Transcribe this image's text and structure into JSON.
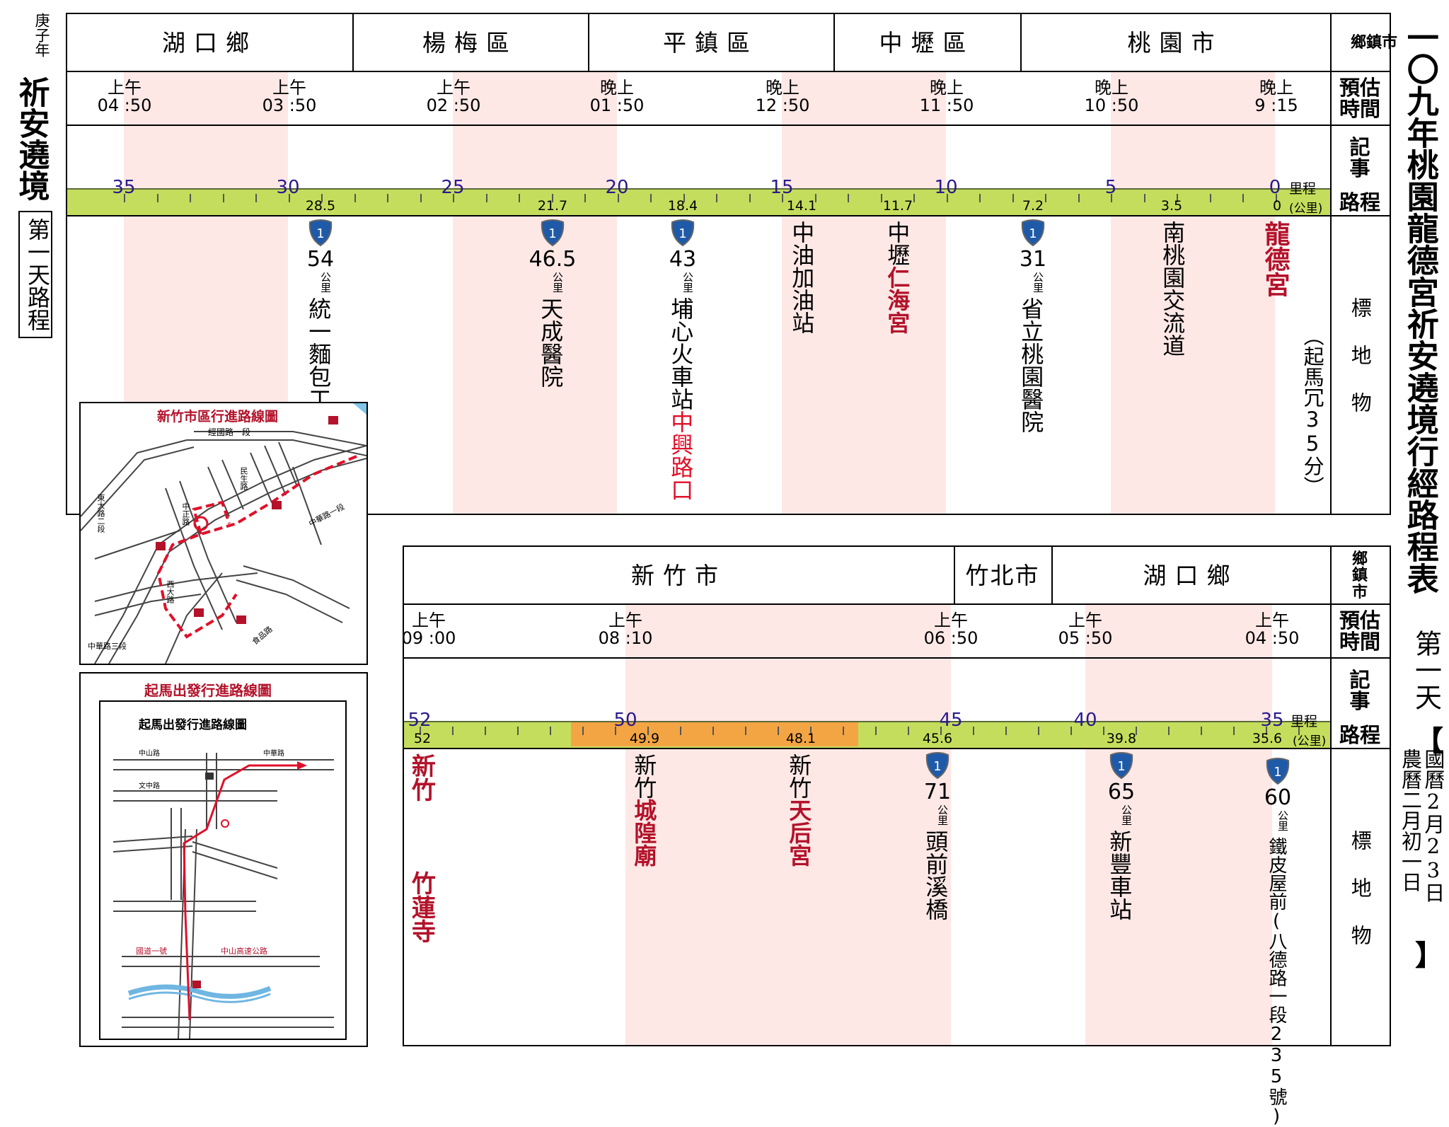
{
  "left_caption": {
    "year": "庚子年",
    "title": "祈安遶境",
    "day": "第一天路程"
  },
  "right_caption": {
    "title": "一〇九年桃園龍德宮祈安遶境行經路程表",
    "day": "第一天",
    "bracket_open": "【",
    "bracket_close": "】",
    "date_col1": "國曆2月23日",
    "date_col2": "農曆二月初一日"
  },
  "headers": {
    "township": "鄉鎮市",
    "time_estimate": "預估時間",
    "notes": "記事",
    "route": "路程",
    "landmarks": "標地物",
    "mileage_label": "里程",
    "mileage_unit": "(公里)",
    "km_unit": "公里"
  },
  "top_table": {
    "districts": [
      "湖口鄉",
      "楊梅區",
      "平鎮區",
      "中壢區",
      "桃園市"
    ],
    "times": [
      {
        "period": "上午",
        "time": "04 :50"
      },
      {
        "period": "上午",
        "time": "03 :50"
      },
      {
        "period": "上午",
        "time": "02 :50"
      },
      {
        "period": "晚上",
        "time": "01 :50"
      },
      {
        "period": "晚上",
        "time": "12 :50"
      },
      {
        "period": "晚上",
        "time": "11 :50"
      },
      {
        "period": "晚上",
        "time": "10 :50"
      },
      {
        "period": "晚上",
        "time": "9 :15"
      }
    ],
    "scale_marks": [
      "35",
      "30",
      "25",
      "20",
      "15",
      "10",
      "5",
      "0"
    ],
    "point_km": [
      "28.5",
      "21.7",
      "18.4",
      "14.1",
      "11.7",
      "7.2",
      "3.5",
      "0"
    ],
    "landmarks": [
      {
        "km": "54",
        "name": "統一麵包工廠"
      },
      {
        "km": "46.5",
        "name": "天成醫院"
      },
      {
        "km": "43",
        "name": "埔心火車站",
        "extra": "中興路口"
      },
      {
        "name": "中油加油站"
      },
      {
        "name": "中壢",
        "extra": "仁海宮"
      },
      {
        "km": "31",
        "name": "省立桃園醫院"
      },
      {
        "name": "南桃園交流道"
      },
      {
        "name": "龍德宮",
        "note": "（起馬冗35分）"
      }
    ]
  },
  "bottom_table": {
    "districts": [
      "新竹市",
      "竹北市",
      "湖口鄉"
    ],
    "times": [
      {
        "period": "上午",
        "time": "09 :00"
      },
      {
        "period": "上午",
        "time": "08 :10"
      },
      {
        "period": "上午",
        "time": "06 :50"
      },
      {
        "period": "上午",
        "time": "05 :50"
      },
      {
        "period": "上午",
        "time": "04 :50"
      }
    ],
    "scale_marks": [
      "52",
      "50",
      "45",
      "40",
      "35"
    ],
    "point_km": [
      "52",
      "49.9",
      "48.1",
      "45.6",
      "39.8",
      "35.6"
    ],
    "landmarks": [
      {
        "name": "新竹",
        "extra": "竹蓮寺"
      },
      {
        "name": "新竹",
        "extra": "城隍廟"
      },
      {
        "name": "新竹",
        "extra": "天后宮"
      },
      {
        "km": "71",
        "name": "頭前溪橋"
      },
      {
        "km": "65",
        "name": "新豐車站"
      },
      {
        "km": "60",
        "name": "鐵皮屋前(八德路一段235號)"
      }
    ]
  },
  "map_city": {
    "title": "新竹市區行進路線圖",
    "streets": [
      "經國路一段",
      "東大路二段",
      "西大路",
      "民生路",
      "中華路一段",
      "中華路三段",
      "食品路",
      "中正路"
    ]
  },
  "map_start": {
    "title": "起馬出發行進路線圖",
    "inner_title": "起馬出發行進路線圖",
    "streets": [
      "中山路",
      "文中路",
      "中華路",
      "國道一號",
      "中山高速公路"
    ]
  },
  "colors": {
    "stripe": "#fde8e6",
    "route_bar": "#c5dd5c",
    "route_highlight": "#f3a544",
    "temple_red": "#b3122a",
    "scale_blue": "#2a1a8c"
  }
}
